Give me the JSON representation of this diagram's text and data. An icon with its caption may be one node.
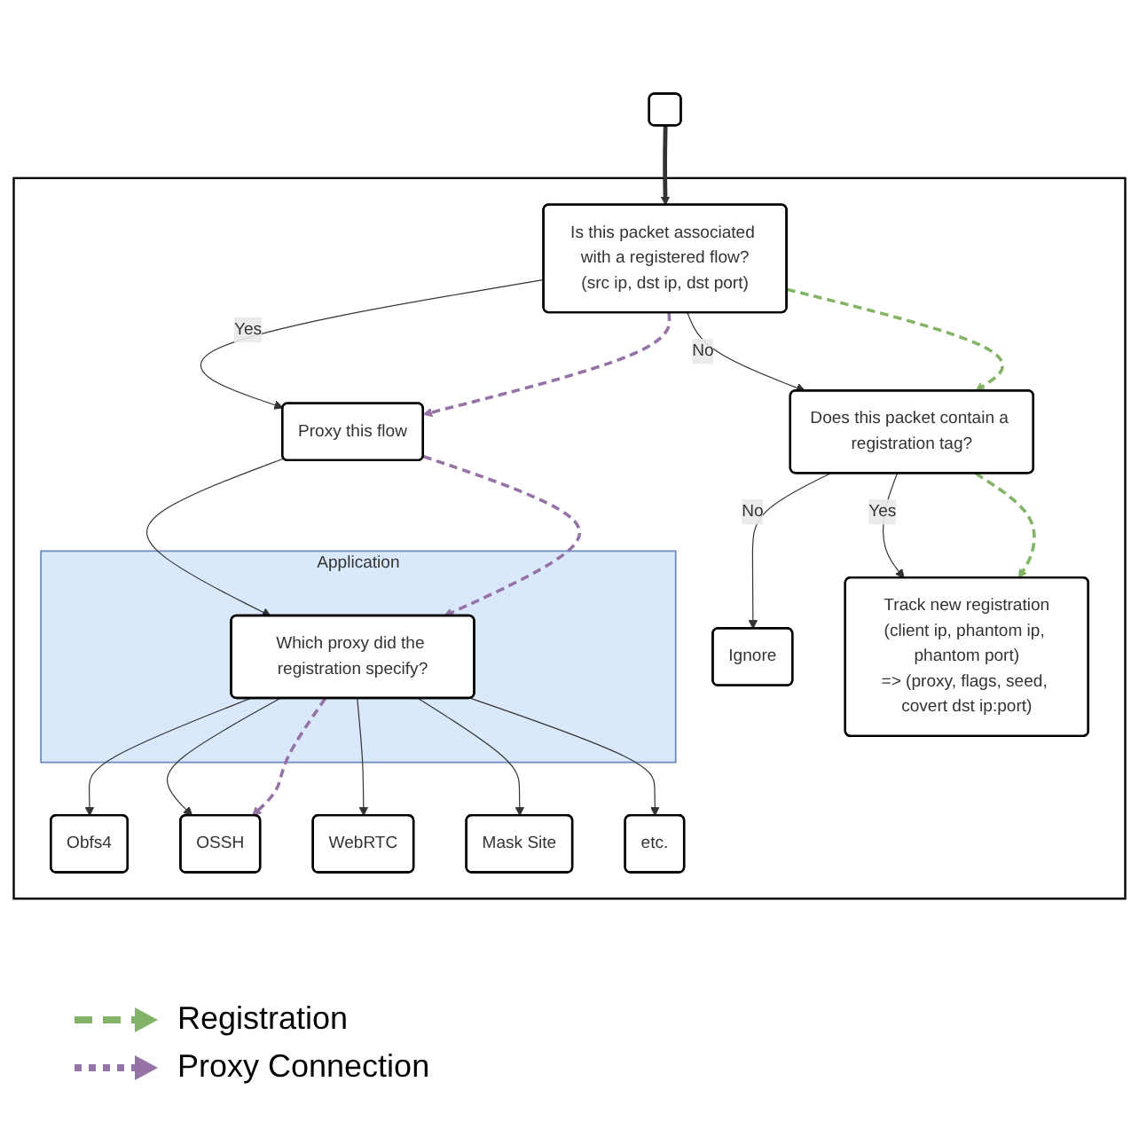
{
  "diagram": {
    "nodes": [
      {
        "text": [],
        "shape": "box"
      },
      {
        "text": [],
        "shape": "box"
      },
      {
        "text": [
          "Is this packet associated with a registered flow?",
          "(src ip, dst ip, dst port)"
        ],
        "in": 0
      },
      {
        "text": [
          "Does this packet contain a registration tag?"
        ],
        "in": 0
      },
      {
        "text": [
          "Proxy this flow"
        ],
        "in": 0
      },
      {
        "text": [
          "Ignore"
        ],
        "in": 0
      },
      {
        "text": [
          "Track new registration",
          "(client ip, phantom ip, phantom port)",
          "=> (proxy, flags, seed, covert dst ip:port)"
        ],
        "in": 0
      },
      {
        "text": [
          "Application"
        ],
        "in": 0
      },
      {
        "text": [
          "Which proxy did the registration specify?"
        ],
        "in": 7
      },
      {
        "text": [
          "Obfs4"
        ],
        "in": 0
      },
      {
        "text": [
          "OSSH"
        ],
        "in": 0
      },
      {
        "text": [
          "WebRTC"
        ],
        "in": 0
      },
      {
        "text": [
          "Mask Site"
        ],
        "in": 0
      },
      {
        "text": [
          "etc."
        ],
        "in": 0
      }
    ],
    "edges": [
      {
        "from": 1,
        "to": 2,
        "arrow": "to",
        "style": "thick"
      },
      {
        "from": 2,
        "to": 3,
        "arrow": "to",
        "label": "No"
      },
      {
        "from": 2,
        "to": 4,
        "arrow": "to",
        "label": "Yes"
      },
      {
        "from": 2,
        "to": 3,
        "arrow": "to",
        "style": "dashed",
        "color": "#82b366"
      },
      {
        "from": 2,
        "to": 4,
        "arrow": "to",
        "style": "dashed",
        "color": "#9673a6"
      },
      {
        "from": 3,
        "to": 5,
        "arrow": "to",
        "label": "No"
      },
      {
        "from": 3,
        "to": 6,
        "arrow": "to",
        "label": "Yes"
      },
      {
        "from": 3,
        "to": 6,
        "arrow": "to",
        "style": "dashed",
        "color": "#82b366"
      },
      {
        "from": 4,
        "to": 8,
        "arrow": "to"
      },
      {
        "from": 4,
        "to": 8,
        "arrow": "to",
        "style": "dashed",
        "color": "#9673a6"
      },
      {
        "from": 8,
        "to": 9,
        "arrow": "to"
      },
      {
        "from": 8,
        "to": 10,
        "arrow": "to"
      },
      {
        "from": 8,
        "to": 10,
        "arrow": "to",
        "style": "dashed",
        "color": "#9673a6"
      },
      {
        "from": 8,
        "to": 11,
        "arrow": "to"
      },
      {
        "from": 8,
        "to": 12,
        "arrow": "to"
      },
      {
        "from": 8,
        "to": 13,
        "arrow": "to"
      }
    ],
    "legend": [
      {
        "text": "Registration"
      },
      {
        "text": "Proxy Connection"
      }
    ]
  }
}
